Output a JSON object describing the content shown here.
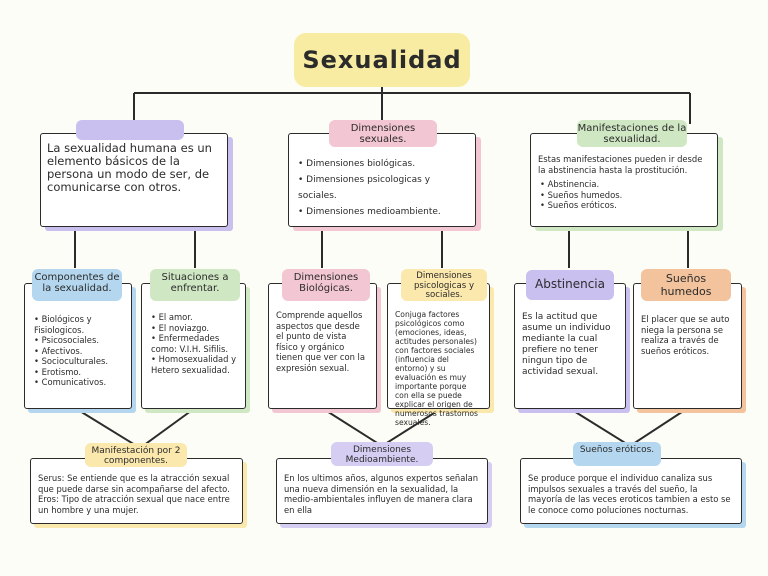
{
  "title": "Sexualidad",
  "colors": {
    "yellow": "#f8eca2",
    "purple": "#c9c0f0",
    "pink": "#f3c6d3",
    "green": "#cfe7c3",
    "blue": "#b4d7ef",
    "orange": "#f2c39c",
    "lightyellow": "#fbe8ad",
    "lavender": "#d5cdf2"
  },
  "col1": {
    "header_label": "",
    "definition": "La sexualidad humana es un elemento básicos de la persona un modo de ser, de comunicarse con otros.",
    "componentes": {
      "label": "Componentes de la sexualidad.",
      "items": [
        "Biológicos y Fisiologicos.",
        "Psicosociales.",
        "Afectivos.",
        "Socioculturales.",
        "Erotismo.",
        "Comunicativos."
      ]
    },
    "situaciones": {
      "label": "Situaciones a enfrentar.",
      "items": [
        "El amor.",
        "El noviazgo.",
        "Enfermedades como: V.I.H. Sifilis.",
        "Homosexualidad y Hetero sexualidad."
      ]
    },
    "manifestacion": {
      "label": "Manifestación por 2 componentes.",
      "text": "Serus: Se entiende que es la atracción sexual que puede darse sin acompañarse del afecto. Eros: Tipo de atracción sexual que nace entre un hombre y una mujer."
    }
  },
  "col2": {
    "header_label": "Dimensiones sexuales.",
    "items": [
      "Dimensiones biológicas.",
      "Dimensiones psicologicas y sociales.",
      "Dimensiones medioambiente."
    ],
    "biologicas": {
      "label": "Dimensiones Biológicas.",
      "text": "Comprende aquellos aspectos que desde el punto de vista físico y orgánico tienen que ver con la expresión sexual."
    },
    "psicologicas": {
      "label": "Dimensiones psicologicas y sociales.",
      "text": "Conjuga factores psicológicos como (emociones, ideas, actitudes personales) con factores sociales (influencia del entorno) y su evaluación es muy importante porque con ella se puede explicar el origen de numerosos trastornos sexuales."
    },
    "medio": {
      "label": "Dimensiones Medioambiente.",
      "text": "En los ultimos años, algunos expertos señalan una nueva dimensión en la sexualidad, la medio-ambientales influyen de manera clara en ella"
    }
  },
  "col3": {
    "header_label": "Manifestaciones de la sexualidad.",
    "intro": "Estas manifestaciones pueden ir desde la abstinencia hasta la prostitución.",
    "items": [
      "Abstinencia.",
      "Sueños humedos.",
      "Sueños eróticos."
    ],
    "abstinencia": {
      "label": "Abstinencia",
      "text": "Es la actitud que asume un individuo mediante la cual prefiere no tener ningun tipo de actividad sexual."
    },
    "suenos_humedos": {
      "label": "Sueños humedos",
      "text": "El placer que se auto niega la persona se realiza a través de sueños eróticos."
    },
    "suenos_eroticos": {
      "label": "Sueños eróticos.",
      "text": "Se produce porque el individuo canaliza sus impulsos sexuales a través del sueño, la mayoría de las veces eroticos tambien a esto se le conoce como poluciones nocturnas."
    }
  }
}
